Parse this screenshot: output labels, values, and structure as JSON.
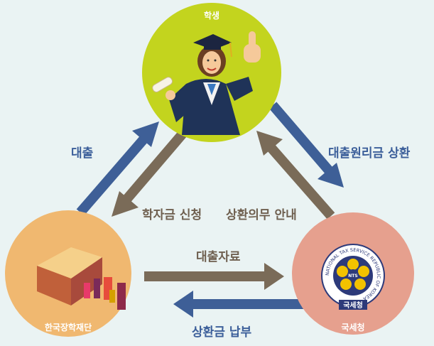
{
  "nodes": {
    "student": {
      "label": "학생",
      "color": "#c3d41e"
    },
    "foundation": {
      "label": "한국장학재단",
      "color": "#f0b870"
    },
    "tax": {
      "label": "국세청",
      "color": "#e6a08e"
    }
  },
  "edges": {
    "loan": "대출",
    "repay_principal": "대출원리금 상환",
    "apply": "학자금 신청",
    "notice": "상환의무 안내",
    "loan_data": "대출자료",
    "payment": "상환금 납부"
  },
  "emblem": {
    "ring_text": "NATIONAL TAX SERVICE REPUBLIC OF KOREA",
    "center": "NTS",
    "name": "국세청"
  },
  "colors": {
    "blue_arrow": "#3e5f97",
    "brown_arrow": "#7a6b58"
  }
}
